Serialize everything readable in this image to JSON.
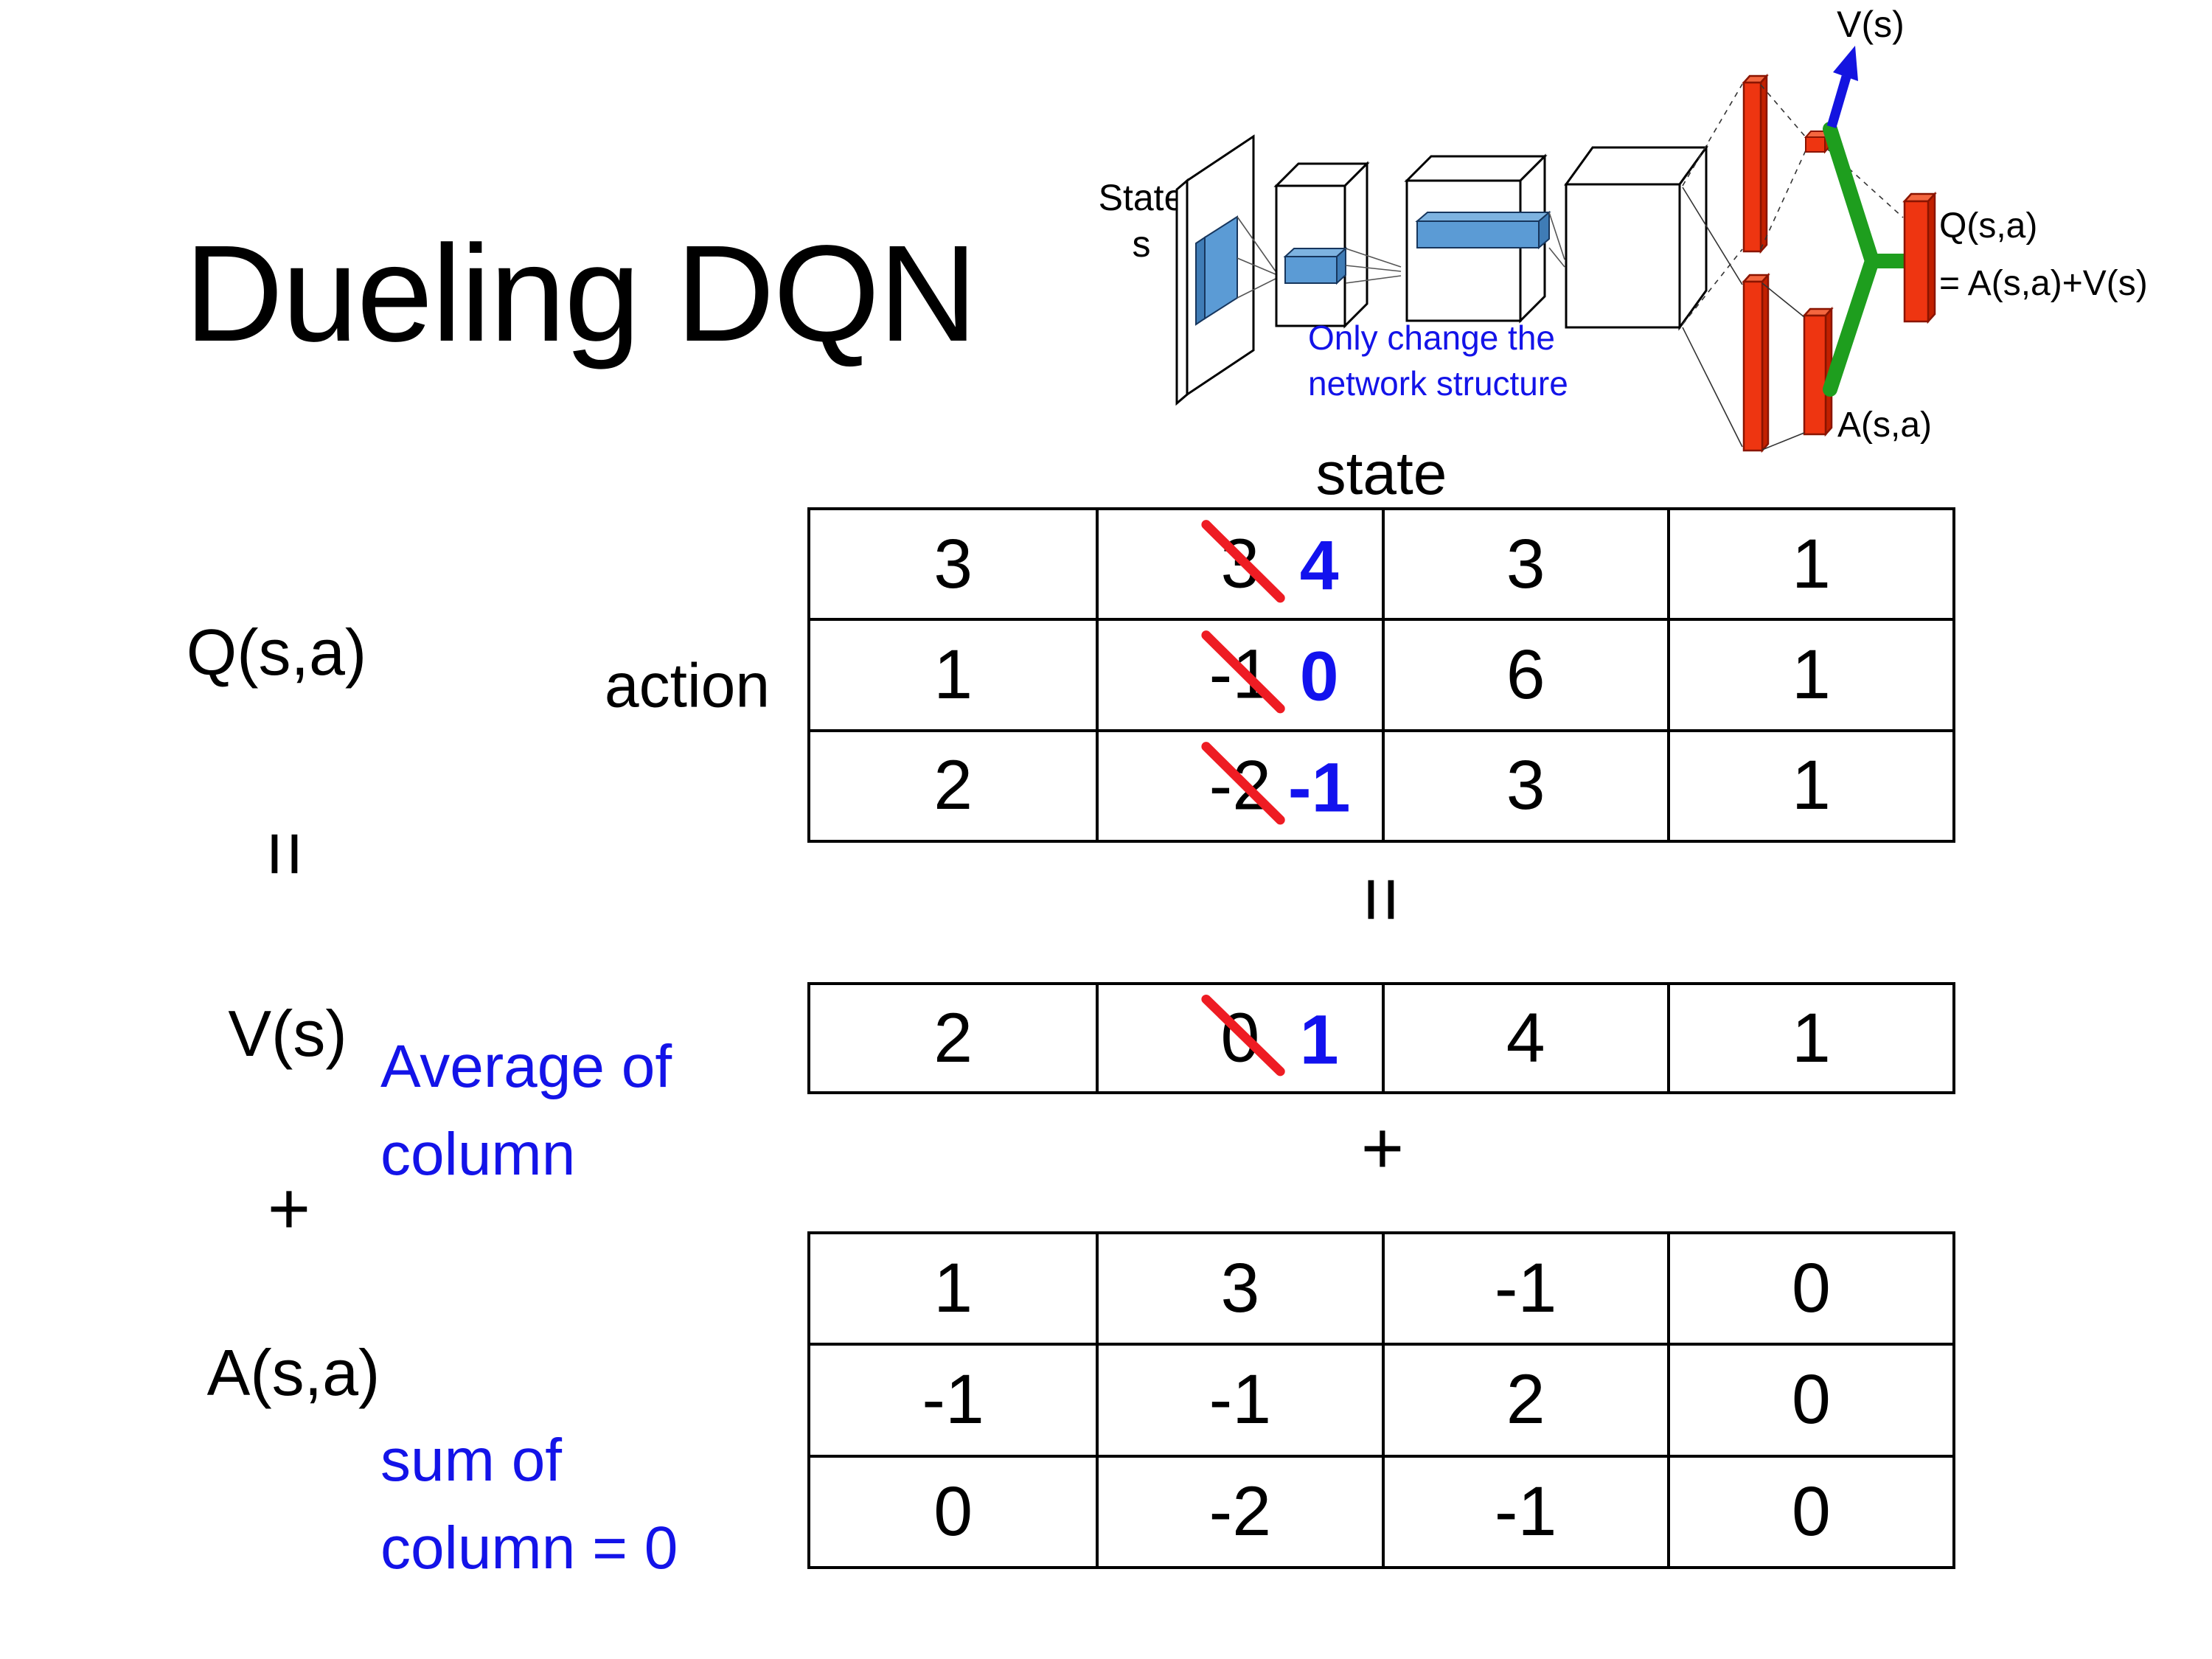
{
  "slide": {
    "title": "Dueling DQN",
    "background": "#ffffff"
  },
  "colors": {
    "annotation_blue": "#1313e8",
    "inserted_blue": "#1212ee",
    "strike_red": "#ee1c23",
    "bar_red": "#ee3511",
    "bar_edge": "#8a1400",
    "merge_green": "#1e9e1e",
    "filter_blue": "#5b9bd5",
    "filter_edge": "#17365d",
    "text_black": "#000000"
  },
  "diagram": {
    "state_label_line1": "State",
    "state_label_line2": "s",
    "note_line1": "Only change the",
    "note_line2": "network structure",
    "v_out_label": "V(s)",
    "q_out_label_line1": "Q(s,a)",
    "q_out_label_line2": "= A(s,a)+V(s)",
    "a_out_label": "A(s,a)"
  },
  "labels": {
    "q": "Q(s,a)",
    "equals_left": "=",
    "v": "V(s)",
    "plus_left": "+",
    "a": "A(s,a)",
    "state": "state",
    "action": "action",
    "equals_mid": "=",
    "plus_mid": "+",
    "avg_line1": "Average of",
    "avg_line2": "column",
    "sum_line1": "sum of",
    "sum_line2": "column = 0"
  },
  "q_table": {
    "rows": [
      {
        "cells": [
          {
            "text": "3"
          },
          {
            "old": "3",
            "new": "4"
          },
          {
            "text": "3"
          },
          {
            "text": "1"
          }
        ]
      },
      {
        "cells": [
          {
            "text": "1"
          },
          {
            "old": "-1",
            "new": "0"
          },
          {
            "text": "6"
          },
          {
            "text": "1"
          }
        ]
      },
      {
        "cells": [
          {
            "text": "2"
          },
          {
            "old": "-2",
            "new": "-1"
          },
          {
            "text": "3"
          },
          {
            "text": "1"
          }
        ]
      }
    ]
  },
  "v_table": {
    "rows": [
      {
        "cells": [
          {
            "text": "2"
          },
          {
            "old": "0",
            "new": "1"
          },
          {
            "text": "4"
          },
          {
            "text": "1"
          }
        ]
      }
    ]
  },
  "a_table": {
    "rows": [
      {
        "cells": [
          {
            "text": "1"
          },
          {
            "text": "3"
          },
          {
            "text": "-1"
          },
          {
            "text": "0"
          }
        ]
      },
      {
        "cells": [
          {
            "text": "-1"
          },
          {
            "text": "-1"
          },
          {
            "text": "2"
          },
          {
            "text": "0"
          }
        ]
      },
      {
        "cells": [
          {
            "text": "0"
          },
          {
            "text": "-2"
          },
          {
            "text": "-1"
          },
          {
            "text": "0"
          }
        ]
      }
    ]
  }
}
